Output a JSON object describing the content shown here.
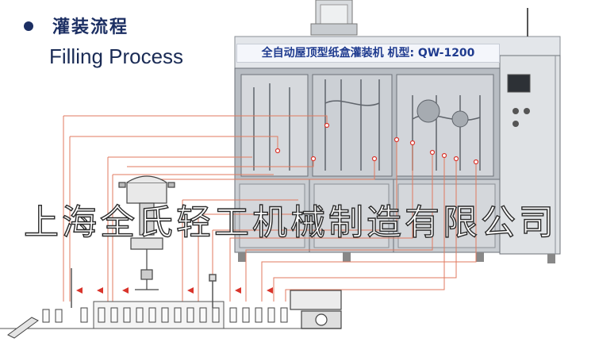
{
  "header": {
    "title_cn": "灌装流程",
    "title_en": "Filling Process"
  },
  "machine": {
    "banner": "全自动屋顶型纸盒灌装机 机型: QW-1200"
  },
  "watermark": {
    "company": "上海全氏轻工机械制造有限公司"
  },
  "colors": {
    "leader_line": "#e07a5f",
    "flow_arrow": "#d9342b",
    "title_blue": "#1c2f63",
    "banner_blue": "#1f3b8f"
  }
}
